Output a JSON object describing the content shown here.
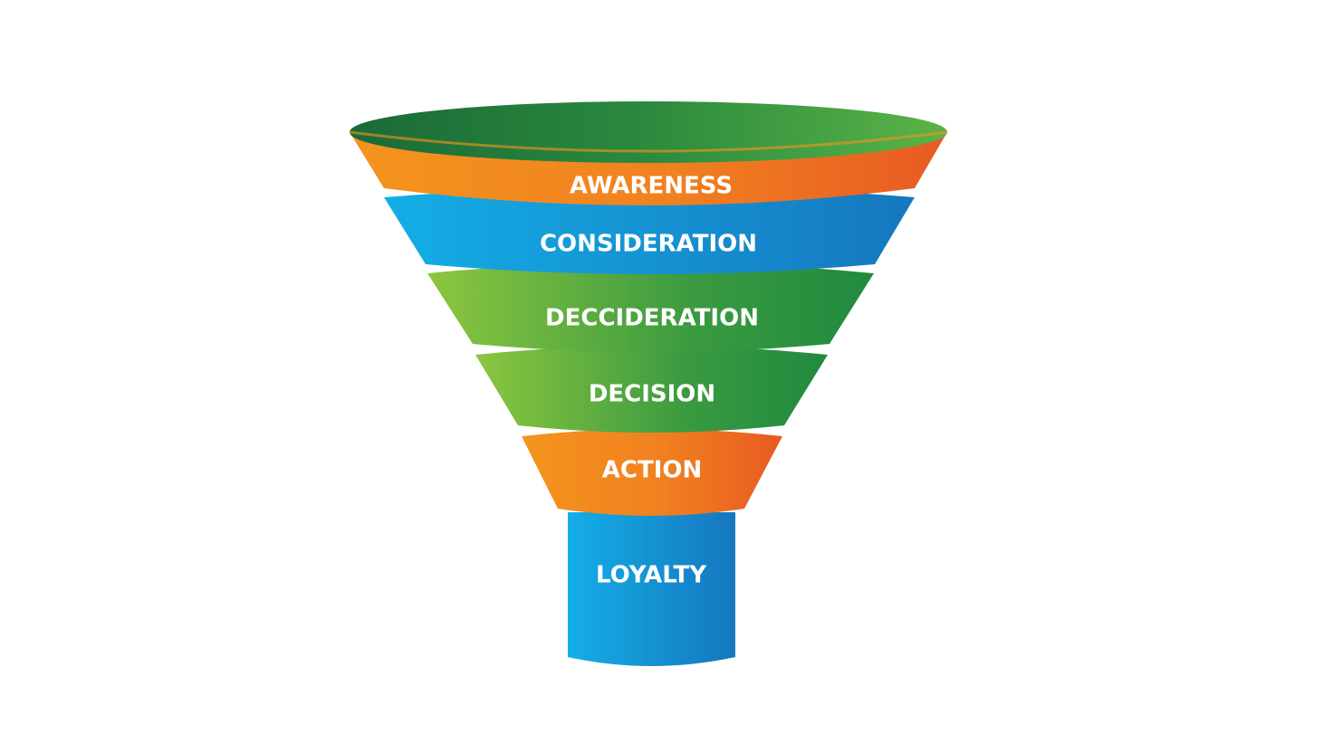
{
  "funnel": {
    "stages": [
      {
        "label": "AWARENESS",
        "colors": [
          "#f5941e",
          "#e85a22"
        ]
      },
      {
        "label": "CONSIDERATION",
        "colors": [
          "#14aee6",
          "#1677bf"
        ]
      },
      {
        "label": "DECCIDERATION",
        "colors": [
          "#8cc63f",
          "#1f8a3f"
        ]
      },
      {
        "label": "DECISION",
        "colors": [
          "#8cc63f",
          "#1f8a3f"
        ]
      },
      {
        "label": "ACTION",
        "colors": [
          "#f5941e",
          "#e85a22"
        ]
      },
      {
        "label": "LOYALTY",
        "colors": [
          "#14aee6",
          "#1677bf"
        ]
      }
    ],
    "rim_colors": [
      "#1a6f3a",
      "#5bb347"
    ]
  }
}
